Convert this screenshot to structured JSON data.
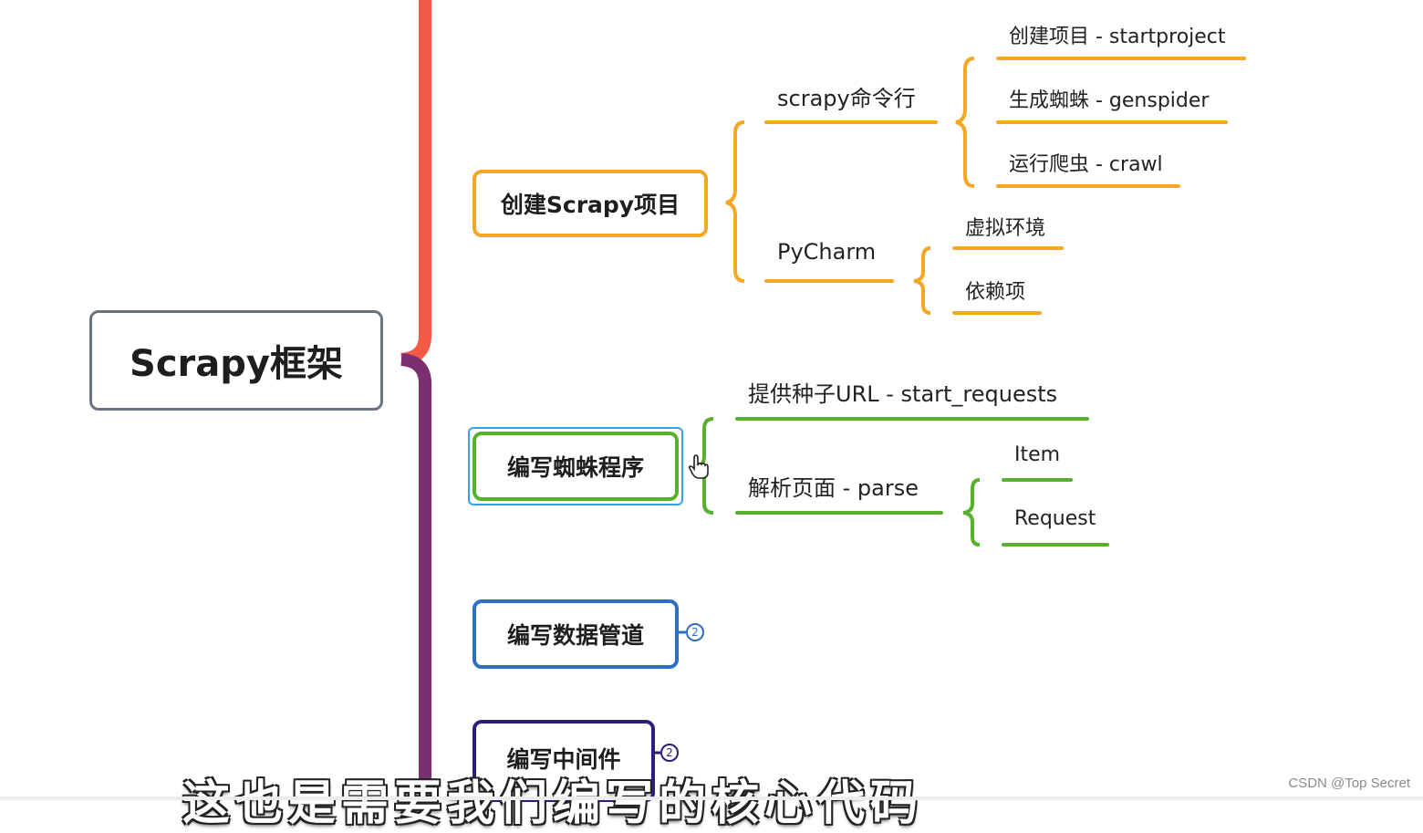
{
  "colors": {
    "root_border": "#6b7280",
    "spine_top": "#f25a45",
    "spine_bottom": "#7b2f6e",
    "orange": "#f5a623",
    "green": "#58b12d",
    "selection": "#3aa0e8",
    "blue": "#2f6fc3",
    "navy": "#2a1e7c"
  },
  "root": {
    "label": "Scrapy框架"
  },
  "branches": [
    {
      "label": "创建Scrapy项目",
      "children": [
        {
          "label": "scrapy命令行",
          "children": [
            {
              "label": "创建项目 - startproject"
            },
            {
              "label": "生成蜘蛛 - genspider"
            },
            {
              "label": "运行爬虫 - crawl"
            }
          ]
        },
        {
          "label": "PyCharm",
          "children": [
            {
              "label": "虚拟环境"
            },
            {
              "label": "依赖项"
            }
          ]
        }
      ]
    },
    {
      "label": "编写蜘蛛程序",
      "selected": true,
      "children": [
        {
          "label": "提供种子URL - start_requests"
        },
        {
          "label": "解析页面 - parse",
          "children": [
            {
              "label": "Item"
            },
            {
              "label": "Request"
            }
          ]
        }
      ]
    },
    {
      "label": "编写数据管道",
      "collapsed_count": "2"
    },
    {
      "label": "编写中间件",
      "collapsed_count": "2"
    }
  ],
  "cursor": {
    "icon": "hand-pointer-icon"
  },
  "subtitle": "这也是需要我们编写的核心代码",
  "watermark": "CSDN @Top Secret"
}
